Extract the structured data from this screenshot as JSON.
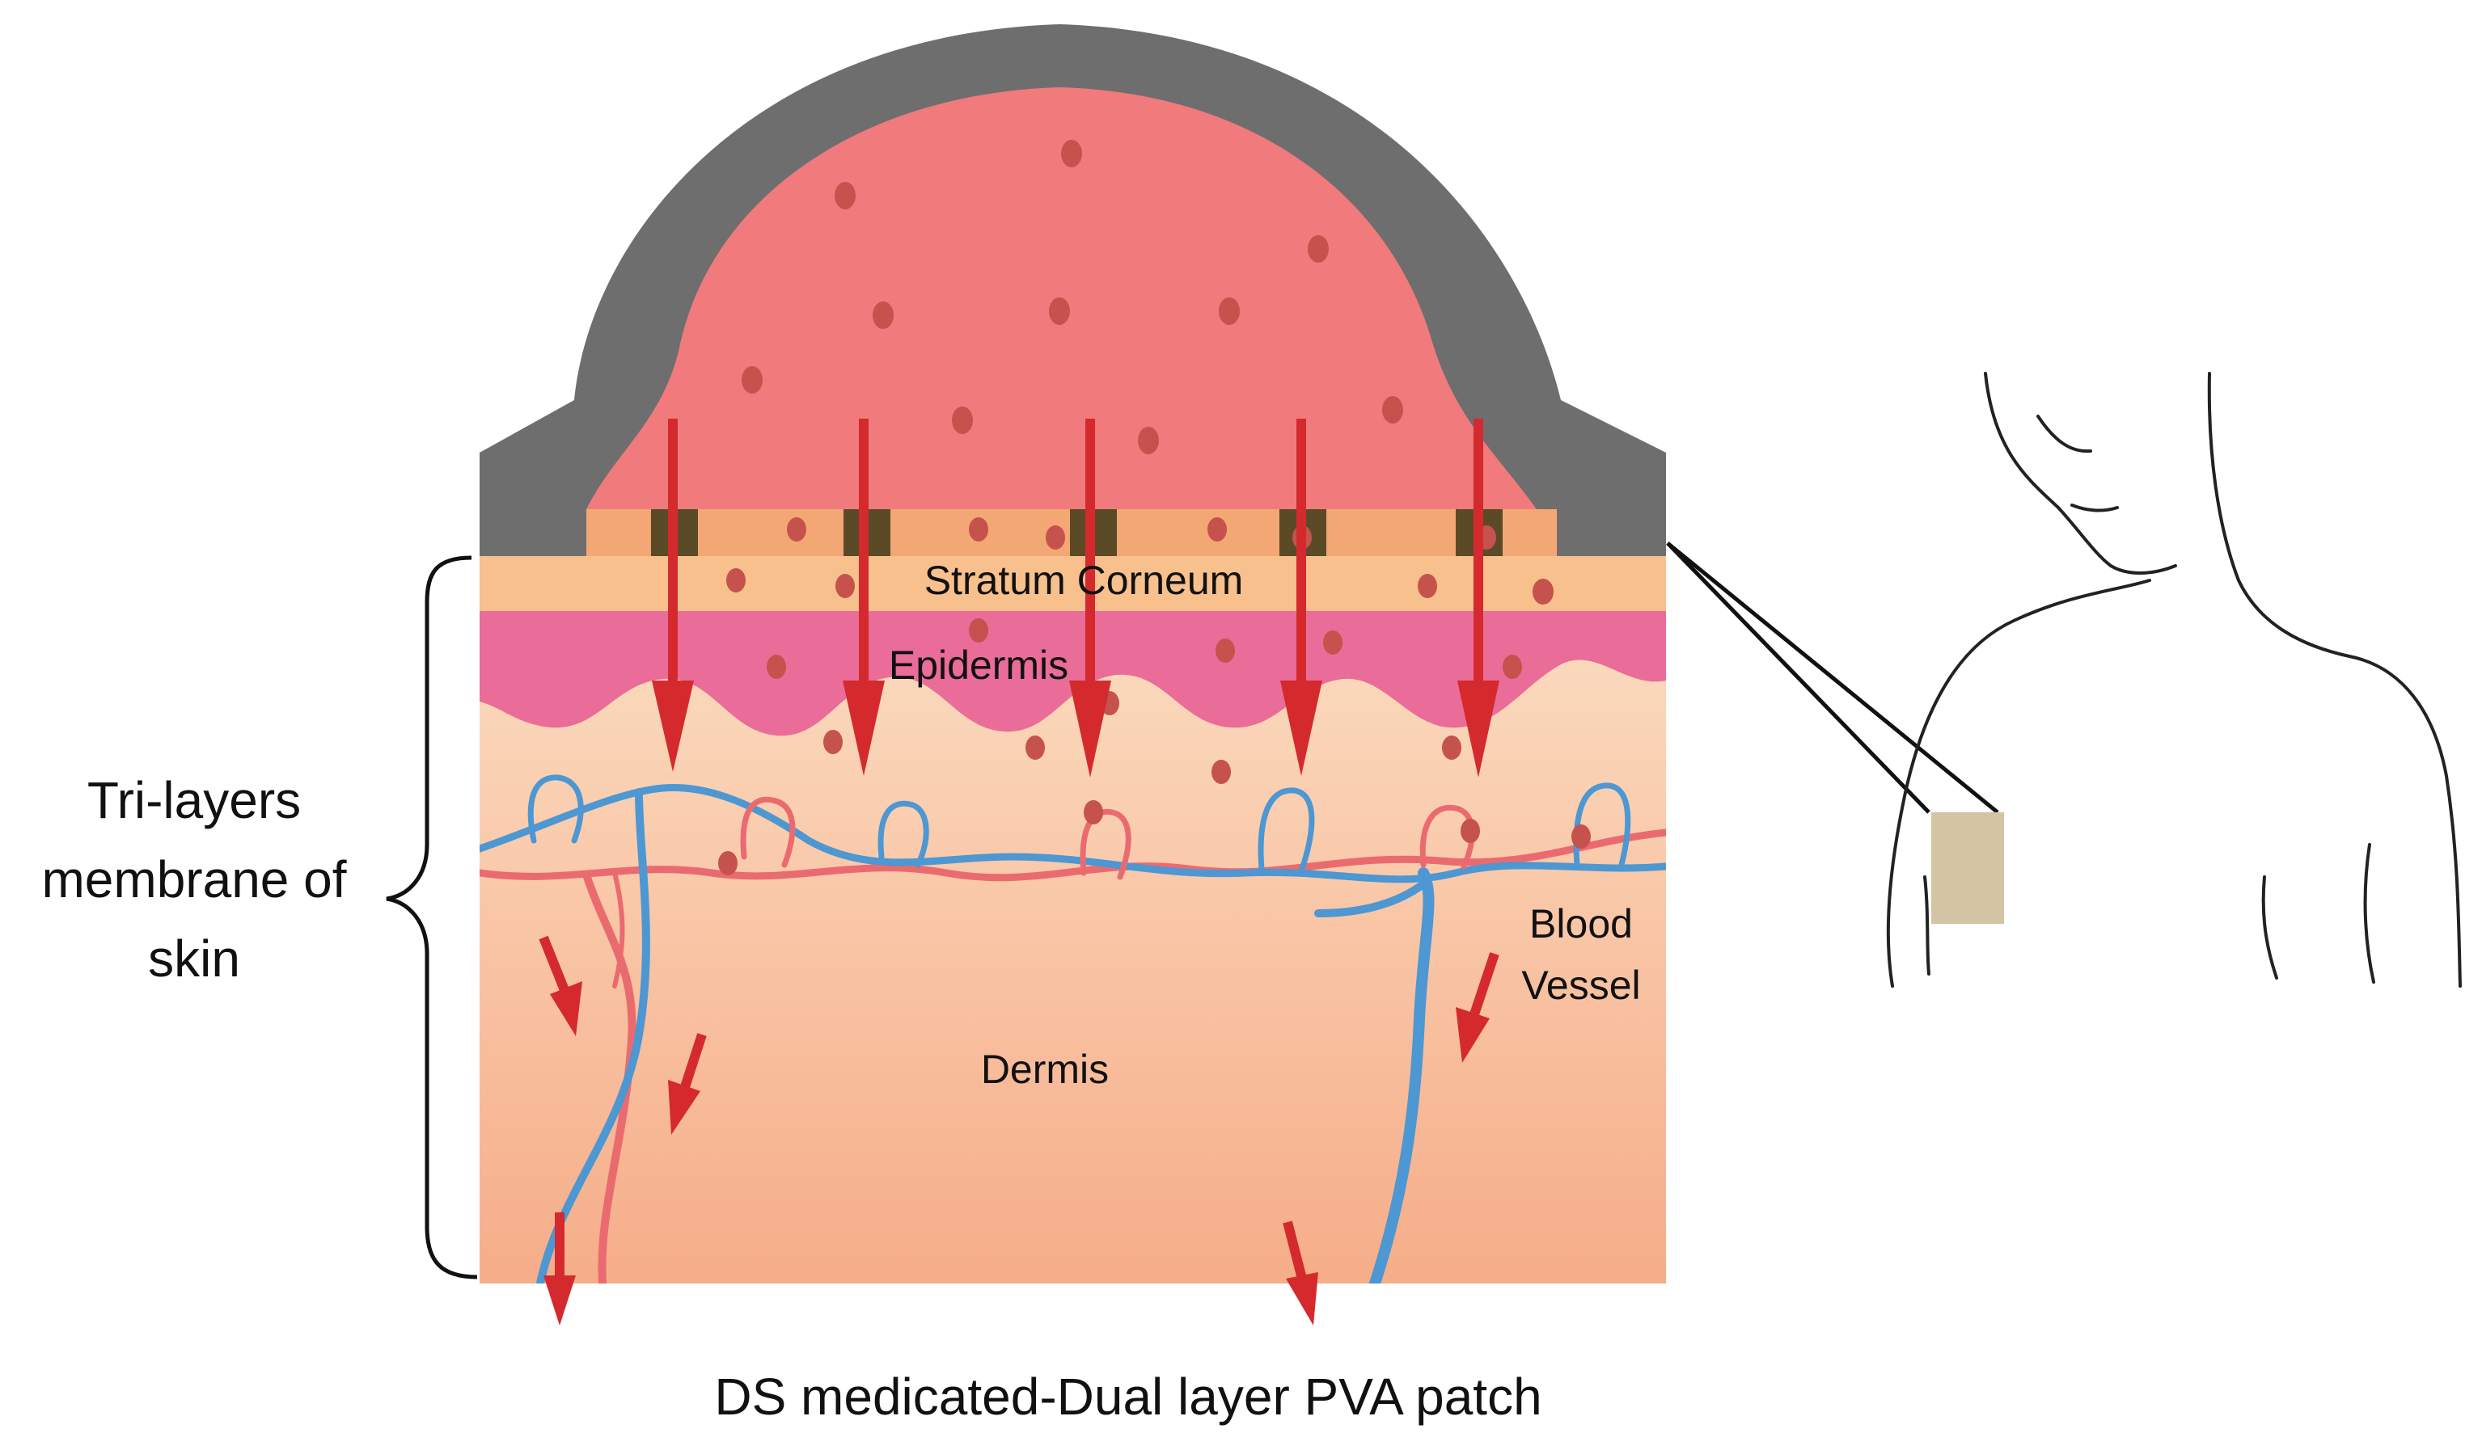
{
  "labels": {
    "stratum_corneum": "Stratum Corneum",
    "epidermis": "Epidermis",
    "dermis": "Dermis",
    "blood_vessel_line1": "Blood",
    "blood_vessel_line2": "Vessel",
    "tri_layers_line1": "Tri-layers",
    "tri_layers_line2": "membrane of",
    "tri_layers_line3": "skin",
    "caption": "DS medicated-Dual layer PVA patch"
  },
  "colors": {
    "patch_backing": "#6e6e6e",
    "patch_drug_reservoir": "#f07a7c",
    "adhesive_layer": "#f3a774",
    "stratum_corneum": "#f7c08c",
    "epidermis": "#ea6c98",
    "dermis_top": "#fbdcc0",
    "dermis_bottom": "#f6ad89",
    "drug_dot": "#c5524c",
    "arrow": "#d42a2d",
    "vein": "#4d97d2",
    "artery": "#ea6b6f",
    "skin_patch": "#d3c4a4"
  }
}
